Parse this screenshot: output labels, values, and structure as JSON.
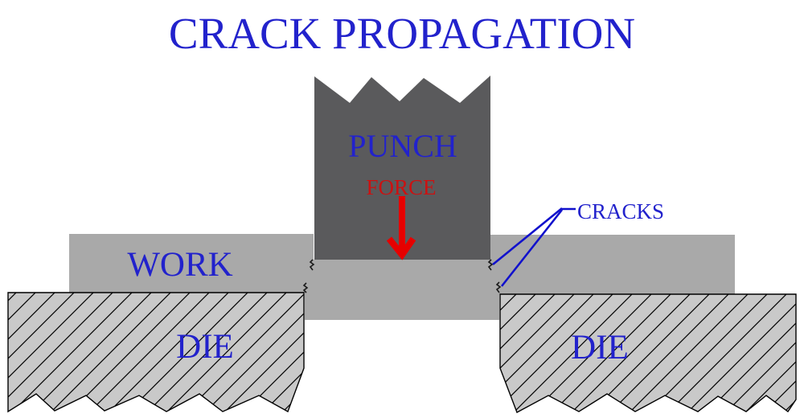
{
  "title": "CRACK PROPAGATION",
  "punch": {
    "label": "PUNCH"
  },
  "force": {
    "label": "FORCE"
  },
  "work": {
    "label": "WORK"
  },
  "dies": {
    "left_label": "DIE",
    "right_label": "DIE"
  },
  "cracks": {
    "label": "CRACKS"
  },
  "colors": {
    "label_blue": "#2222cc",
    "leader_line_blue": "#1111cc",
    "force_text_red": "#cc1111",
    "arrow_red": "#e60000",
    "punch_gray": "#5a5a5c",
    "work_gray": "#a9a9a9",
    "die_gray": "#c9c9c9",
    "hatch_and_crack_black": "#000000",
    "background": "#ffffff"
  }
}
